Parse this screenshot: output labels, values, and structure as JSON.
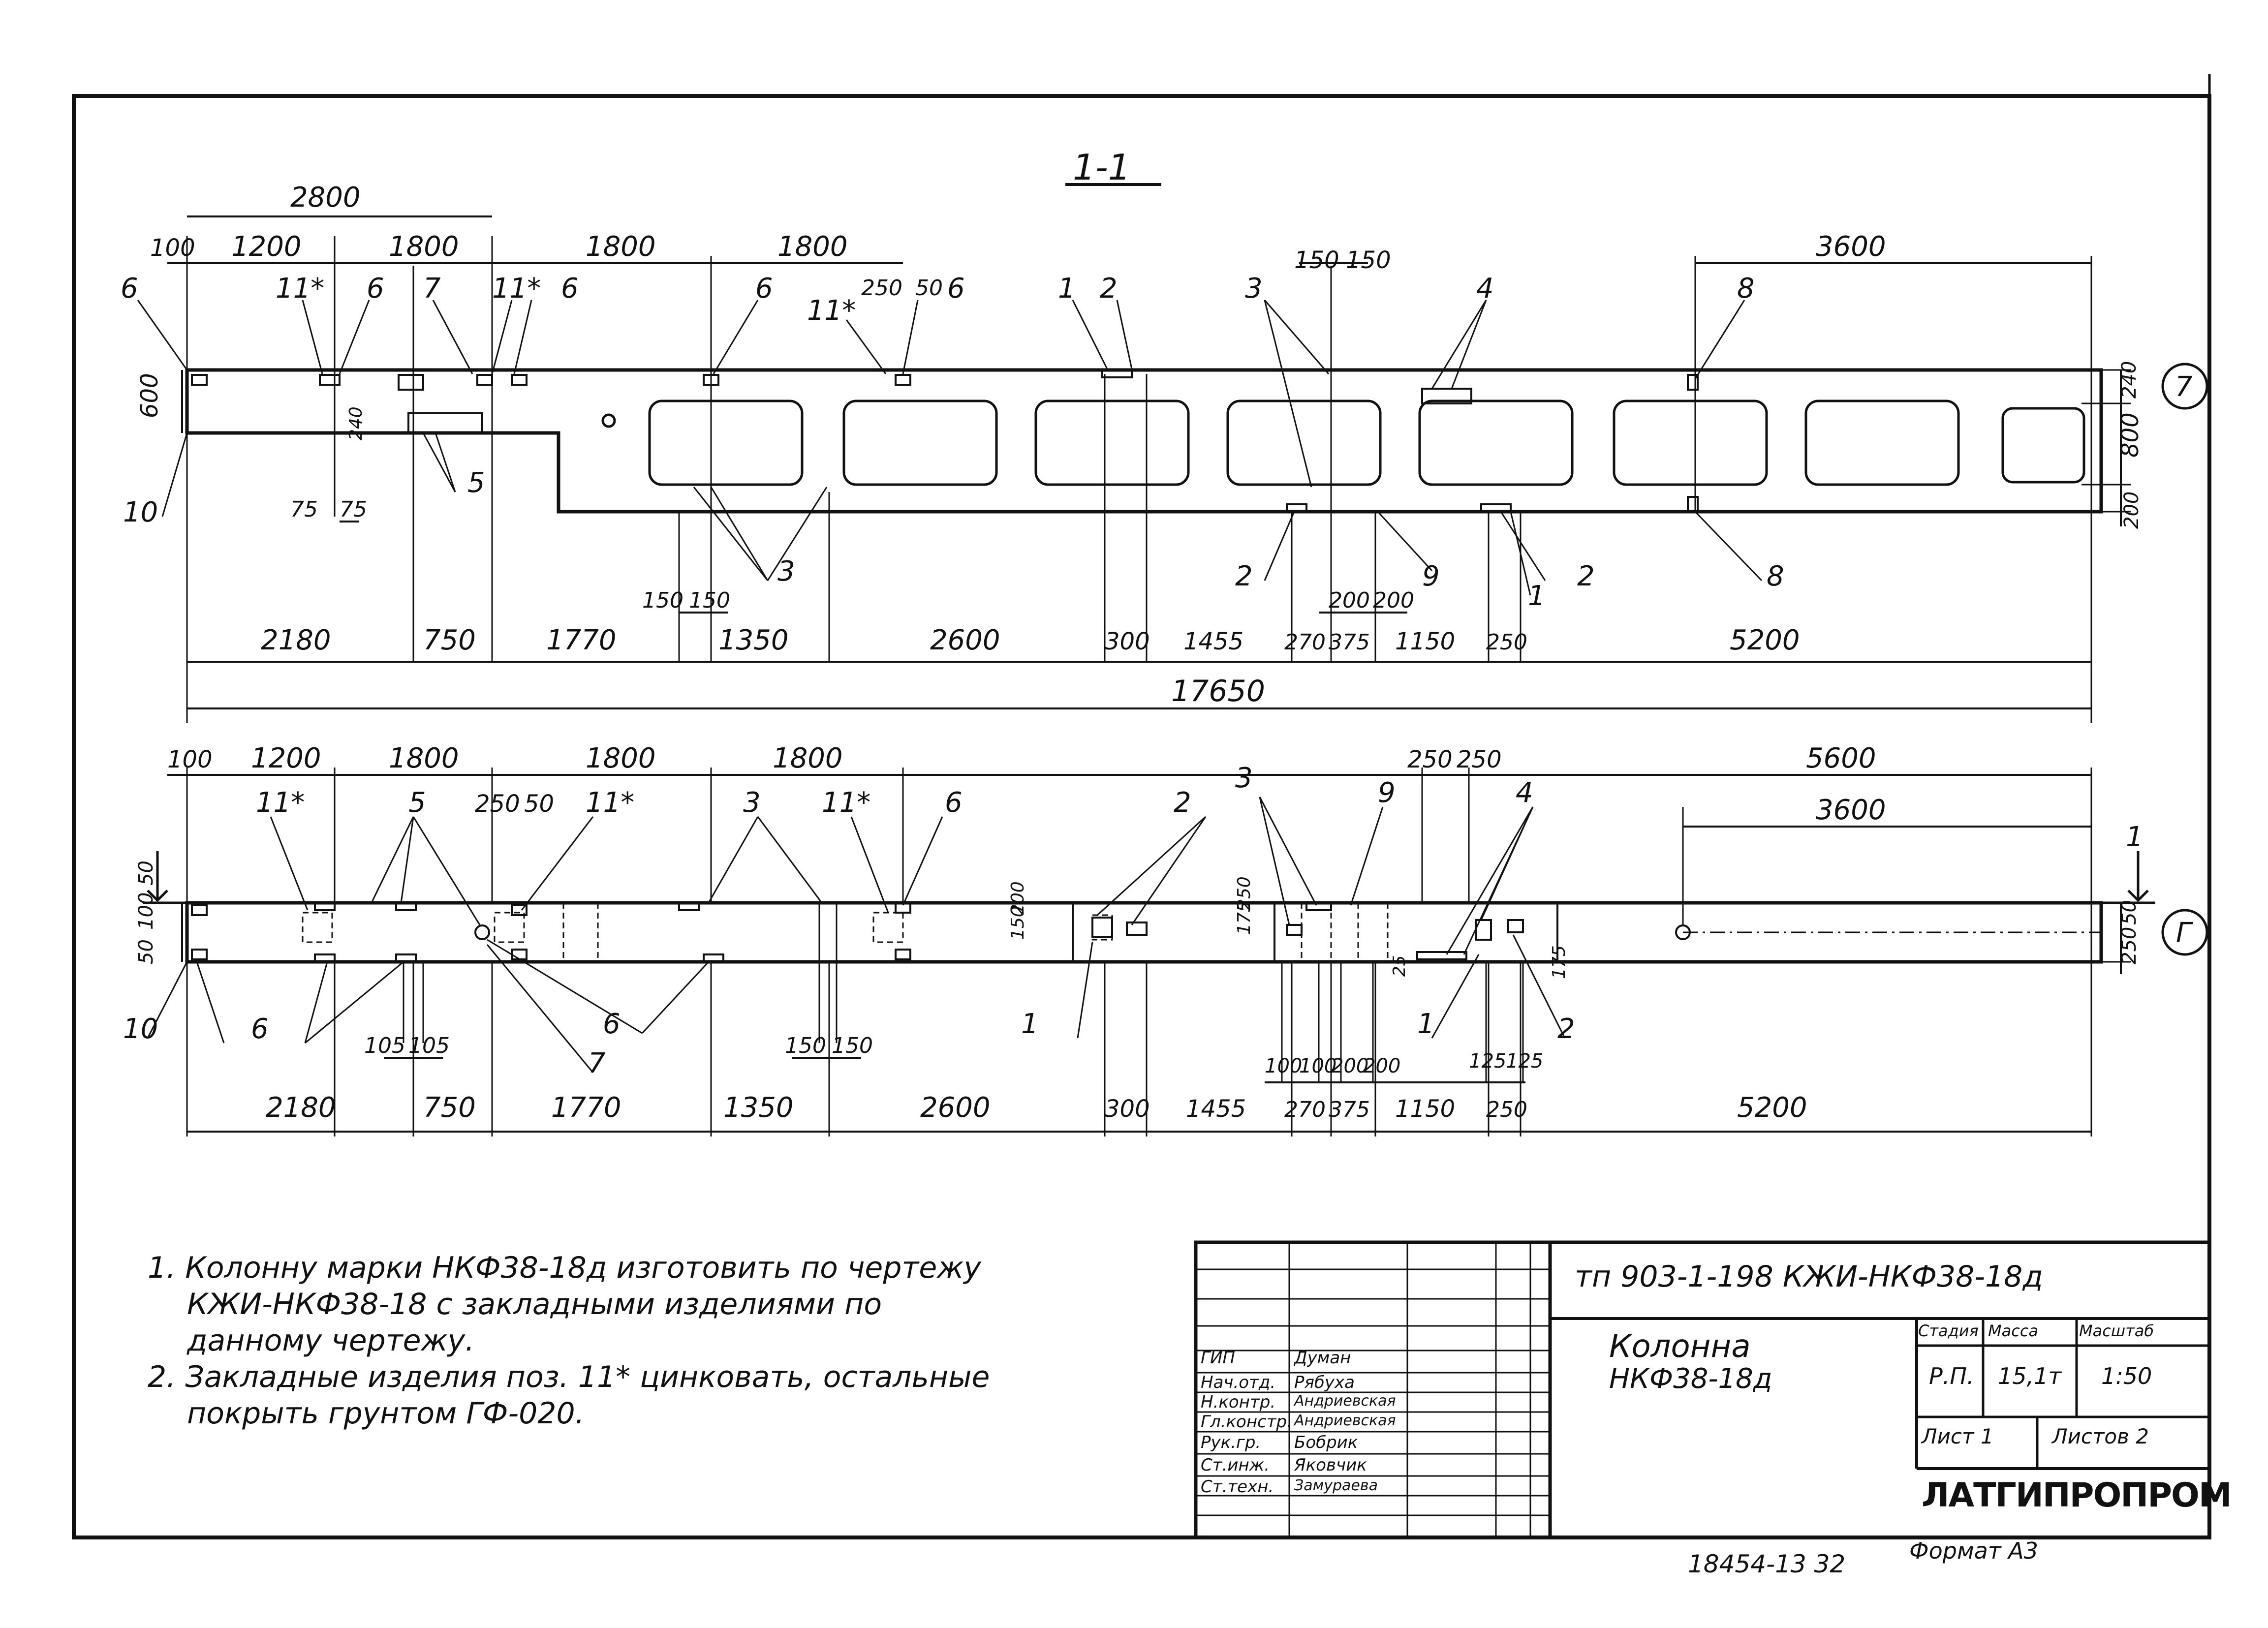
{
  "section_title": "1-1",
  "top_view": {
    "upper_dims": [
      "2800",
      "100",
      "1200",
      "1800",
      "1800",
      "1800",
      "150",
      "150",
      "250",
      "50",
      "3600"
    ],
    "markers": [
      "6",
      "11*",
      "6",
      "7",
      "11*",
      "6",
      "6",
      "11*",
      "6",
      "1",
      "2",
      "3",
      "4",
      "8",
      "5",
      "3",
      "2",
      "9",
      "1",
      "2",
      "8",
      "10"
    ],
    "left_dims": [
      "600",
      "240",
      "75",
      "75"
    ],
    "right_dims": [
      "240",
      "800",
      "200"
    ],
    "mid_dims": [
      "150",
      "150",
      "200",
      "200"
    ],
    "bottom_dims": [
      "2180",
      "750",
      "1770",
      "1350",
      "2600",
      "300",
      "1455",
      "270",
      "375",
      "1150",
      "250",
      "5200"
    ],
    "total": "17650",
    "axis": "7"
  },
  "bottom_view": {
    "upper_dims": [
      "100",
      "1200",
      "1800",
      "1800",
      "1800",
      "250",
      "50",
      "250",
      "250",
      "5600",
      "3600"
    ],
    "markers": [
      "11*",
      "5",
      "11*",
      "3",
      "11*",
      "6",
      "2",
      "3",
      "9",
      "4",
      "6",
      "6",
      "7",
      "1",
      "1",
      "2",
      "10",
      "1"
    ],
    "left_dims": [
      "50",
      "100",
      "50",
      "50"
    ],
    "side_dims": [
      "150",
      "200",
      "175",
      "250",
      "250",
      "175",
      "25"
    ],
    "lower_dims": [
      "105",
      "105",
      "150",
      "150",
      "100",
      "100",
      "200",
      "200",
      "125",
      "125"
    ],
    "bottom_dims": [
      "2180",
      "750",
      "1770",
      "1350",
      "2600",
      "300",
      "1455",
      "270",
      "375",
      "1150",
      "250",
      "5200"
    ],
    "axis": "Г"
  },
  "notes": [
    "1. Колонну марки НКФ38-18д изготовить по чертежу",
    "КЖИ-НКФ38-18 с закладными изделиями по",
    "данному чертежу.",
    "2. Закладные изделия поз. 11* цинковать, остальные",
    "покрыть грунтом ГФ-020."
  ],
  "title_block": {
    "code": "тп 903-1-198  КЖИ-НКФ38-18д",
    "name_line1": "Колонна",
    "name_line2": "НКФ38-18д",
    "roles": [
      "ГИП",
      "Нач.отд.",
      "Н.контр.",
      "Гл.констр.",
      "Рук.гр.",
      "Ст.инж.",
      "Ст.техн."
    ],
    "names": [
      "Думан",
      "Рябуха",
      "Андриевская",
      "Андриевская",
      "Бобрик",
      "Яковчик",
      "Замураева"
    ],
    "stage_header": "Стадия",
    "mass_header": "Масса",
    "scale_header": "Масштаб",
    "stage": "Р.П.",
    "mass": "15,1т",
    "scale": "1:50",
    "sheet": "Лист 1",
    "sheets": "Листов 2",
    "org": "ЛАТГИПРОПРОМ"
  },
  "format": "Формат А3",
  "inventory": "18454-13  32"
}
